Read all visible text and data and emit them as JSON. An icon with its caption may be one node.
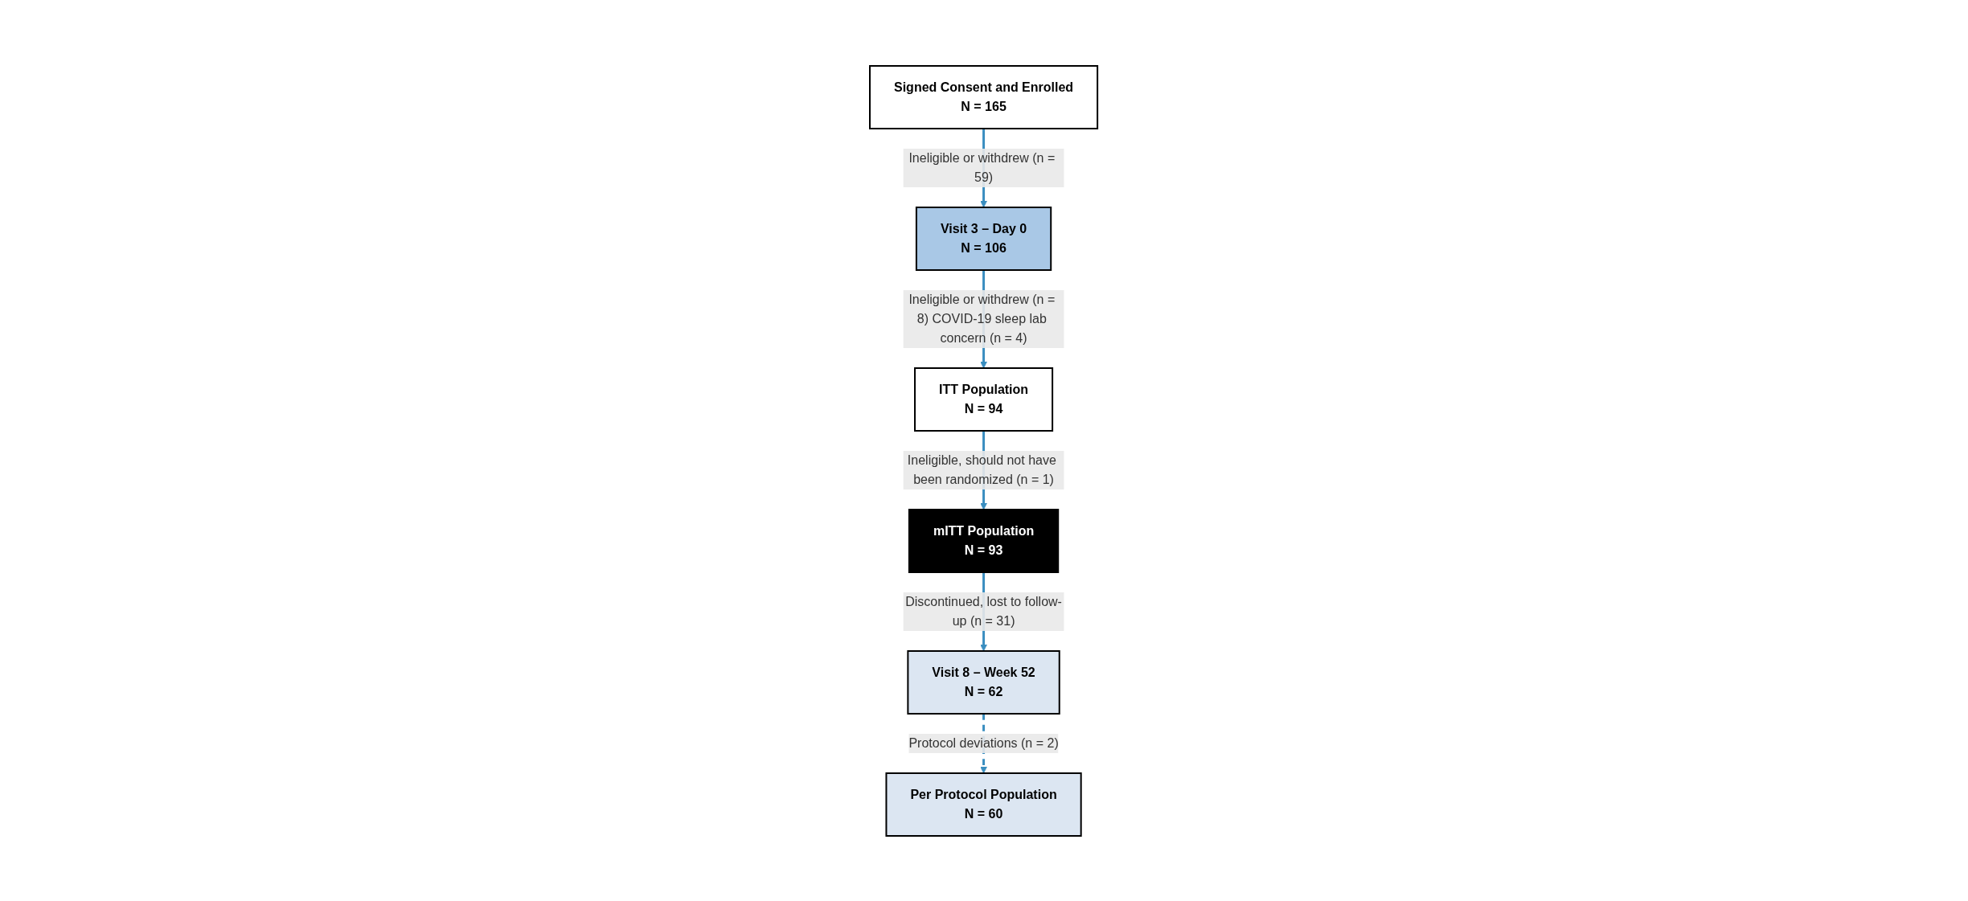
{
  "diagram": {
    "nodes": [
      {
        "text": [
          "Signed Consent and Enrolled",
          "N = 165"
        ]
      },
      {
        "text": [
          "Visit 3 – Day 0",
          "N = 106"
        ]
      },
      {
        "text": [
          "ITT Population",
          "N = 94"
        ]
      },
      {
        "text": [
          "mITT Population",
          "N = 93"
        ]
      },
      {
        "text": [
          "Visit 8 – Week 52",
          "N = 62"
        ]
      },
      {
        "text": [
          "Per Protocol Population",
          "N = 60"
        ]
      }
    ],
    "edges": [
      {
        "from": 0,
        "to": 1,
        "arrow": "to",
        "label": "Ineligible or withdrew (n = 59)"
      },
      {
        "from": 1,
        "to": 2,
        "arrow": "to",
        "label": "Ineligible or withdrew (n = 8) COVID-19 sleep lab concern (n = 4)"
      },
      {
        "from": 2,
        "to": 3,
        "arrow": "to",
        "label": "Ineligible, should not have been randomized (n = 1)"
      },
      {
        "from": 3,
        "to": 4,
        "arrow": "to",
        "label": "Discontinued, lost to follow-up (n = 31)"
      },
      {
        "from": 4,
        "to": 5,
        "arrow": "to",
        "label": "Protocol deviations (n = 2)",
        "style": "dashed"
      }
    ]
  }
}
